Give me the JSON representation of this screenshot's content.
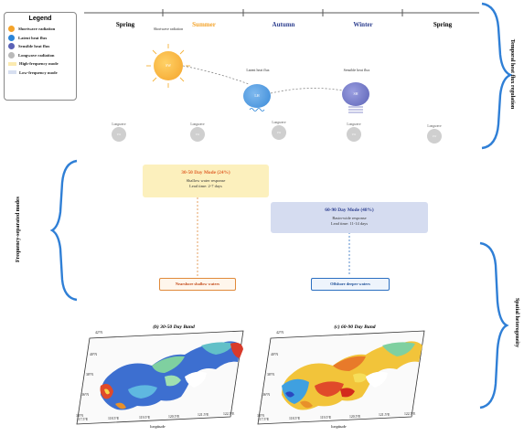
{
  "legend": {
    "title": "Legend",
    "items": [
      {
        "label": "Shortwave radiation",
        "color": "#f4a32a"
      },
      {
        "label": "Latent heat flux",
        "color": "#2b85d8"
      },
      {
        "label": "Sensible heat flux",
        "color": "#5b62b6"
      },
      {
        "label": "Longwave radiation",
        "color": "#b9b9b9"
      },
      {
        "label": "High-frequency mode",
        "color": "#fbeab0"
      },
      {
        "label": "Low-frequency mode",
        "color": "#d7dff0"
      }
    ]
  },
  "seasons": [
    "Spring",
    "Summer",
    "Autumn",
    "Winter",
    "Spring"
  ],
  "season_colors": [
    "#222222",
    "#f4a32a",
    "#2d3f8f",
    "#2d3f8f",
    "#222222"
  ],
  "side_labels": {
    "temporal": "Temporal heat flux regulation",
    "frequency": "Frequency-separated modes",
    "spatial": "Spatial heterogeneity"
  },
  "flux": {
    "sw": {
      "label": "Shortwave radiation",
      "badge": "SW"
    },
    "lh": {
      "label": "Latent heat flux",
      "badge": "LH"
    },
    "sh": {
      "label": "Sensible heat flux",
      "badge": "SH"
    }
  },
  "longwave": {
    "label": "Longwave",
    "badge": "LW"
  },
  "modes": {
    "high": {
      "title": "30-50 Day Mode (24%)",
      "response": "Shallow water response",
      "lead": "Lead time: 2-7 days"
    },
    "low": {
      "title": "60-90 Day Mode (48%)",
      "response": "Basin-wide response",
      "lead": "Lead time: 11-14 days"
    }
  },
  "tags": {
    "near": "Nearshore shallow waters",
    "off": "Offshore deeper waters"
  },
  "maps": [
    {
      "title": "(b) 30-50 Day Band",
      "xlabel": "longitude",
      "lats": [
        "42°N",
        "40°N",
        "38°N",
        "36°N",
        "34°N"
      ],
      "lons": [
        "117.5°E",
        "118.5°E",
        "119.5°E",
        "120.5°E",
        "121.5°E",
        "122.5°E"
      ]
    },
    {
      "title": "(c) 60-90 Day Band",
      "xlabel": "longitude",
      "lats": [
        "42°N",
        "40°N",
        "38°N",
        "36°N",
        "34°N"
      ],
      "lons": [
        "117.5°E",
        "118.5°E",
        "119.5°E",
        "120.5°E",
        "121.5°E",
        "122.5°E"
      ]
    }
  ]
}
